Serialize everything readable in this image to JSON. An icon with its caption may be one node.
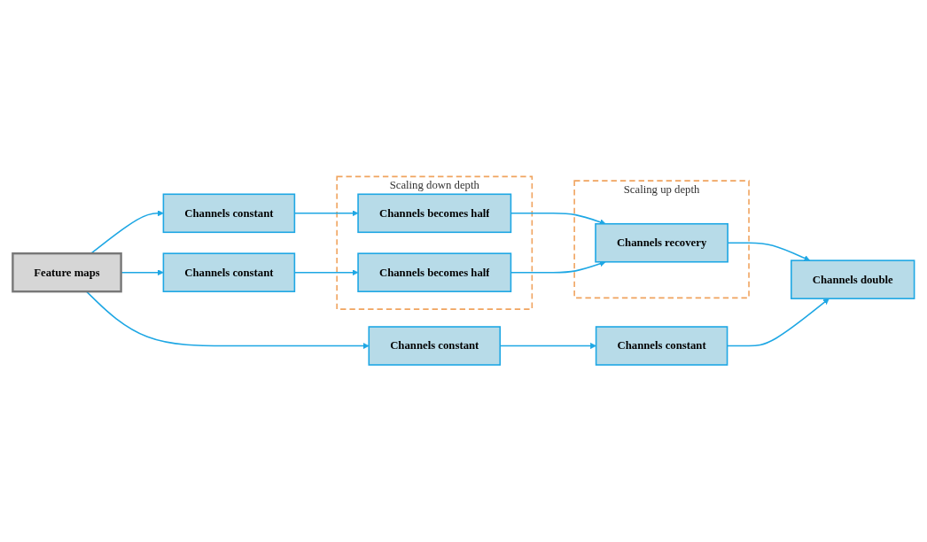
{
  "diagram": {
    "nodes": [
      {
        "text": [
          "Scaling down depth"
        ]
      },
      {
        "text": [
          "Scaling up depth"
        ]
      },
      {
        "text": [
          "Feature maps"
        ]
      },
      {
        "text": [
          "Channels constant"
        ]
      },
      {
        "text": [
          "Channels constant"
        ]
      },
      {
        "text": [
          "Channels constant"
        ]
      },
      {
        "text": [
          "Channels becomes half"
        ],
        "in": 0
      },
      {
        "text": [
          "Channels becomes half"
        ],
        "in": 0
      },
      {
        "text": [
          "Channels constant"
        ]
      },
      {
        "text": [
          "Channels recovery"
        ],
        "in": 1
      },
      {
        "text": [
          "Channels double"
        ]
      }
    ],
    "edges": [
      {
        "from": 2,
        "to": 3,
        "arrow": "to"
      },
      {
        "from": 2,
        "to": 4,
        "arrow": "to"
      },
      {
        "from": 2,
        "to": 5,
        "arrow": "to"
      },
      {
        "from": 3,
        "to": 6,
        "arrow": "to"
      },
      {
        "from": 4,
        "to": 7,
        "arrow": "to"
      },
      {
        "from": 5,
        "to": 8,
        "arrow": "to"
      },
      {
        "from": 6,
        "to": 9,
        "arrow": "to"
      },
      {
        "from": 7,
        "to": 9,
        "arrow": "to"
      },
      {
        "from": 9,
        "to": 10,
        "arrow": "to"
      },
      {
        "from": 8,
        "to": 10,
        "arrow": "to"
      }
    ]
  }
}
